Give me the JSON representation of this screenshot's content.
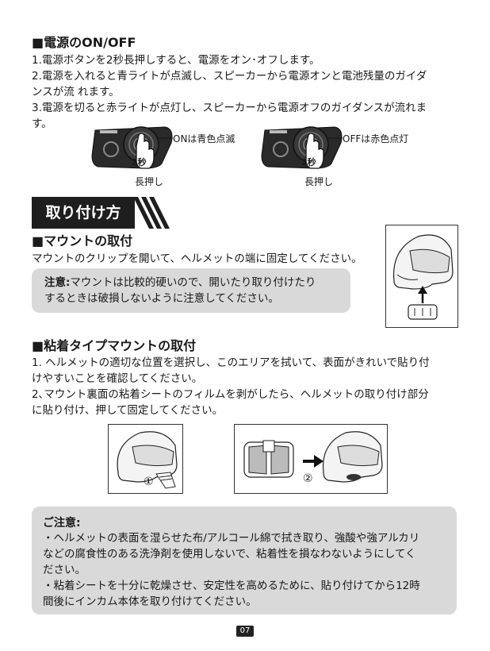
{
  "power": {
    "title": "■電源のON/OFF",
    "line1": "1.電源ボタンを2秒長押しすると、電源をオン･オフします。",
    "line2a": "2.電源を入れると青ライトが点滅し、スピーカーから電源オンと電池残量のガイダ",
    "line2b": "ンスが流  れます。",
    "line3a": "3.電源を切ると赤ライトが点灯し、スピーカーから電源オフのガイダンスが流れま",
    "line3b": "す。",
    "on_label": "ONは青色点滅",
    "off_label": "OFFは赤色点灯",
    "sec_badge": "2秒",
    "long_press": "長押し"
  },
  "install": {
    "banner": "取り付け方",
    "mount_title": "■マウントの取付",
    "mount_text": "マウントのクリップを開いて、ヘルメットの端に固定してください。",
    "note_bold": "注意:",
    "note_line1": "マウントは比較的硬いので、開いたり取り付けたり",
    "note_line2": "するときは破損しないように注意してください。",
    "adhesive_title": "■粘着タイプマウントの取付",
    "adh_line1": "1. ヘルメットの適切な位置を選択し、このエリアを拭いて、表面がきれいで貼り付",
    "adh_line2": "けやすいことを確認してください。",
    "adh_line3": "2､マウント裏面の粘着シートのフィルムを剥がしたら、ヘルメットの取り付け部分",
    "adh_line4": "に貼り付け、押して固定してください。",
    "step1": "①",
    "step2": "②"
  },
  "caution": {
    "title": "ご注意:",
    "l1": "・ヘルメットの表面を湿らせた布/アルコール綿で拭き取り、強酸や強アルカリ",
    "l2": "などの腐食性のある洗浄剤を使用しないで、粘着性を損なわないようにしてく",
    "l3": "ださい。",
    "l4": "・粘着シートを十分に乾燥させ、安定性を高めるために、貼り付けてから12時",
    "l5": "間後にインカム本体を取り付けてください。"
  },
  "page_number": "07"
}
